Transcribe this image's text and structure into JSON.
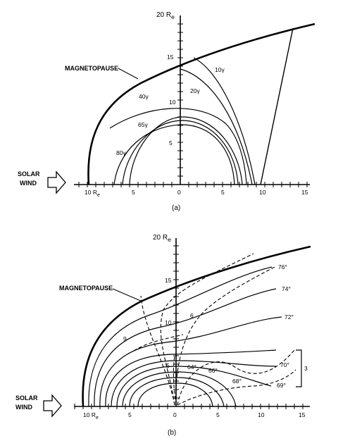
{
  "panel_a": {
    "caption": "(a)",
    "top_label": "20 R",
    "top_label_sub": "e",
    "magnetopause_label": "MAGNETOPAUSE",
    "solar_wind_line1": "SOLAR",
    "solar_wind_line2": "WIND",
    "y_ticks": [
      "15",
      "10",
      "5"
    ],
    "x_ticks_left": [
      "10 R",
      "5",
      "0"
    ],
    "x_ticks_left_sub": "e",
    "x_ticks_right": [
      "5",
      "10",
      "15"
    ],
    "field_labels": [
      "10γ",
      "20γ",
      "40γ",
      "65γ",
      "80γ"
    ]
  },
  "panel_b": {
    "caption": "(b)",
    "top_label": "20 R",
    "top_label_sub": "e",
    "magnetopause_label": "MAGNETOPAUSE",
    "solar_wind_line1": "SOLAR",
    "solar_wind_line2": "WIND",
    "y_ticks": [
      "15",
      "10",
      "5"
    ],
    "x_ticks_left": [
      "10 R",
      "5",
      "0"
    ],
    "x_ticks_left_sub": "e",
    "x_ticks_right": [
      "5",
      "10",
      "15"
    ],
    "latitude_labels": [
      "76°",
      "74°",
      "72°",
      "70°",
      "69°",
      "68°",
      "66°",
      "64°"
    ],
    "dashed_labels": [
      "6",
      "9",
      "3"
    ]
  }
}
